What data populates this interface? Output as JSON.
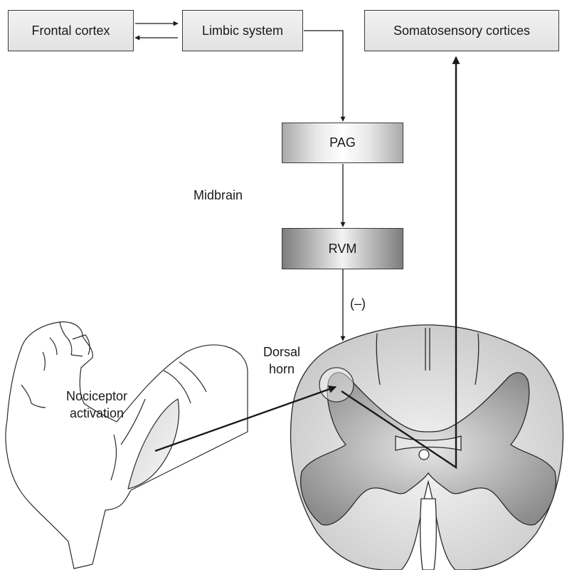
{
  "boxes": {
    "frontal_cortex": "Frontal cortex",
    "limbic_system": "Limbic system",
    "somatosensory_cortices": "Somatosensory cortices",
    "pag": "PAG",
    "rvm": "RVM"
  },
  "labels": {
    "midbrain": "Midbrain",
    "inhibition": "(–)",
    "dorsal_horn_line1": "Dorsal",
    "dorsal_horn_line2": "horn",
    "nociceptor_line1": "Nociceptor",
    "nociceptor_line2": "activation"
  }
}
